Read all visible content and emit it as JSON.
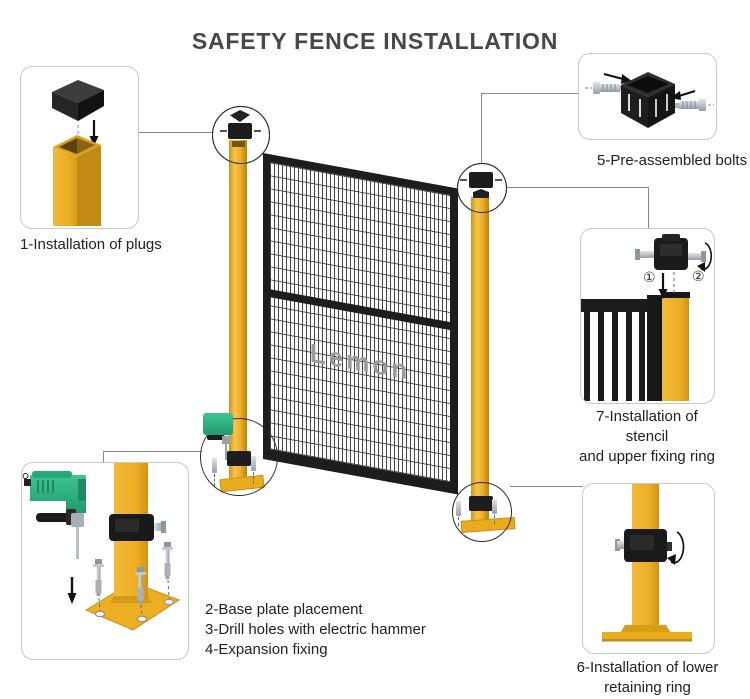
{
  "title": "SAFETY FENCE INSTALLATION",
  "watermark": "Lemon",
  "steps": {
    "step1": {
      "label": "1-Installation of plugs"
    },
    "step2": {
      "label": "2-Base plate placement"
    },
    "step3": {
      "label": "3-Drill holes with electric hammer"
    },
    "step4": {
      "label": "4-Expansion fixing"
    },
    "step5": {
      "label": "5-Pre-assembled bolts"
    },
    "step6": {
      "line1": "6-Installation of lower",
      "line2": "retaining ring"
    },
    "step7": {
      "line1": "7-Installation of stencil",
      "line2": "and upper fixing ring"
    }
  },
  "callouts": {
    "marker1": "①",
    "marker2": "②"
  },
  "colors": {
    "post_yellow": "#ECAE24",
    "frame_black": "#1D1D1D",
    "drill_green": "#2FB287",
    "connector_gray": "#8A8A8A",
    "watermark_gray": "#9B9B9B",
    "title_gray": "#474747"
  }
}
